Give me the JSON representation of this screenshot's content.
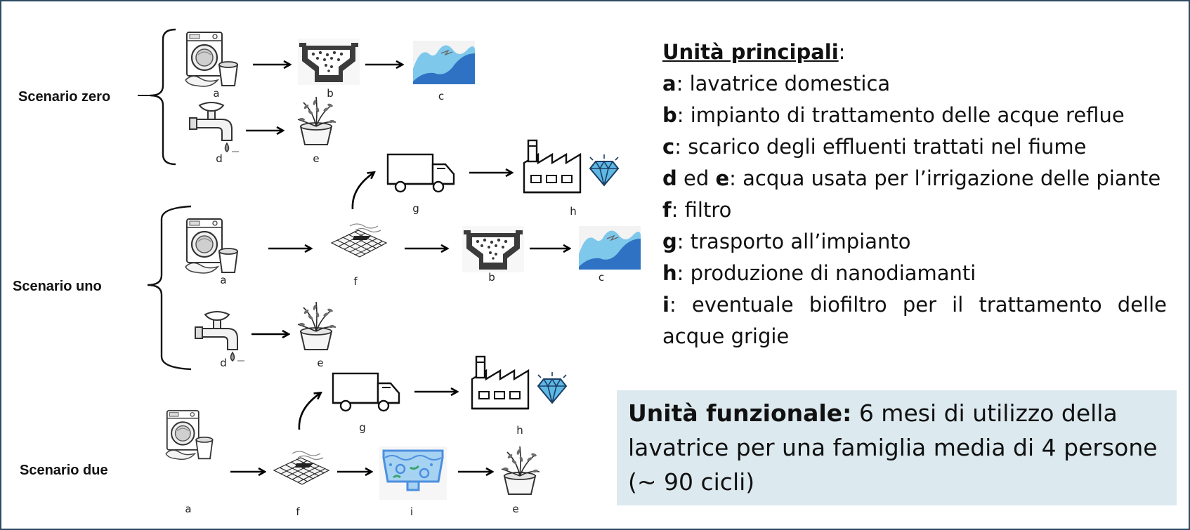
{
  "scenarios": {
    "zero": "Scenario zero",
    "uno": "Scenario uno",
    "due": "Scenario due"
  },
  "unit_labels": {
    "a": "a",
    "b": "b",
    "c": "c",
    "d": "d",
    "e": "e",
    "f": "f",
    "g": "g",
    "h": "h",
    "i": "i"
  },
  "legend": {
    "title": "Unità principali",
    "title_suffix": ":",
    "items": [
      {
        "key": "a",
        "text": ": lavatrice domestica"
      },
      {
        "key": "b",
        "text": ": impianto di trattamento delle acque reflue"
      },
      {
        "key": "c",
        "text": ": scarico degli effluenti trattati nel fiume"
      },
      {
        "key": "d",
        "mid": " ed ",
        "key2": "e",
        "text": ": acqua usata per l’irrigazione delle piante"
      },
      {
        "key": "f",
        "text": ": filtro"
      },
      {
        "key": "g",
        "text": ": trasporto all’impianto"
      },
      {
        "key": "h",
        "text": ": produzione di nanodiamanti"
      },
      {
        "key": "i",
        "text_line1": ": eventuale biofiltro per il trattamento delle",
        "text_line2": "acque grigie"
      }
    ]
  },
  "functional_unit": {
    "label": "Unità funzionale:",
    "text": " 6 mesi di utilizzo della lavatrice per una famiglia media di 4 persone (~ 90 cicli)"
  },
  "colors": {
    "frame": "#2d4b63",
    "box_background": "#dce9ef",
    "river_light": "#7ec8ec",
    "river_dark": "#2f72c4",
    "diamond": "#5fb8e4",
    "biofilter": "#4c8fe0"
  },
  "icons": [
    "washing-machine-icon",
    "treatment-plant-icon",
    "river-icon",
    "faucet-icon",
    "plant-icon",
    "filter-icon",
    "truck-icon",
    "factory-icon",
    "diamond-icon",
    "biofilter-icon"
  ]
}
